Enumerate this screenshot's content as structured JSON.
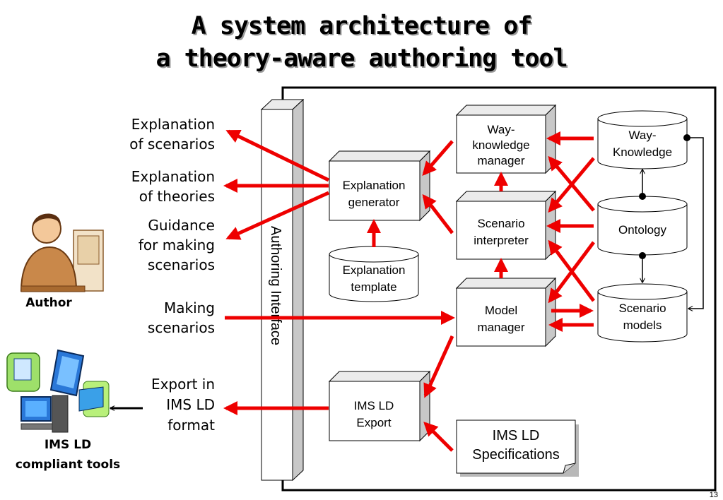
{
  "title": {
    "line1": "A system architecture of",
    "line2": "a theory-aware authoring tool"
  },
  "left_labels": {
    "explanation_of_scenarios": [
      "Explanation",
      "of scenarios"
    ],
    "explanation_of_theories": [
      "Explanation",
      "of theories"
    ],
    "guidance": [
      "Guidance",
      "for making",
      "scenarios"
    ],
    "making_scenarios": [
      "Making",
      "scenarios"
    ],
    "export": [
      "Export in",
      "IMS LD",
      "format"
    ]
  },
  "actors": {
    "author": "Author",
    "tools": [
      "IMS LD",
      "compliant tools"
    ]
  },
  "interface_label": "Authoring Interface",
  "components": {
    "explanation_generator": [
      "Explanation",
      "generator"
    ],
    "explanation_template": [
      "Explanation",
      "template"
    ],
    "ims_ld_export": [
      "IMS LD",
      "Export"
    ],
    "way_knowledge_manager": [
      "Way-",
      "knowledge",
      "manager"
    ],
    "scenario_interpreter": [
      "Scenario",
      "interpreter"
    ],
    "model_manager": [
      "Model",
      "manager"
    ],
    "ims_ld_specifications": [
      "IMS LD",
      "Specifications"
    ]
  },
  "stores": {
    "way_knowledge": [
      "Way-",
      "Knowledge"
    ],
    "ontology": [
      "Ontology"
    ],
    "scenario_models": [
      "Scenario",
      "models"
    ]
  },
  "slide_number": "13",
  "colors": {
    "arrow": "#ee0000",
    "box_side": "#c8c8c8",
    "frame": "#000000",
    "title_shadow": "#9a9a9a"
  }
}
